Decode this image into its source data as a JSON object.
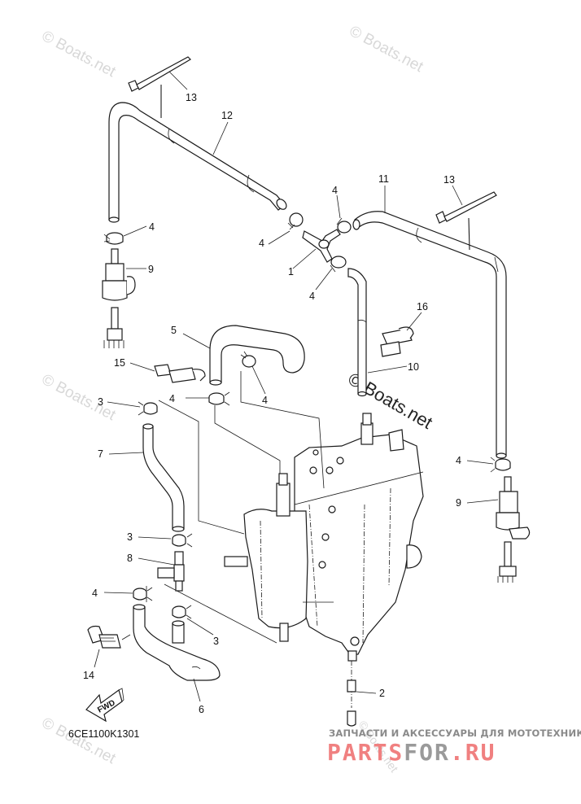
{
  "diagram": {
    "title": "Fuel Filter / Fuel Hose Assembly",
    "drawing_code": "6CE1100K1301",
    "direction_label": "FWD",
    "callouts": [
      {
        "id": "c13a",
        "label": "13"
      },
      {
        "id": "c12",
        "label": "12"
      },
      {
        "id": "c11",
        "label": "11"
      },
      {
        "id": "c13b",
        "label": "13"
      },
      {
        "id": "c4a",
        "label": "4"
      },
      {
        "id": "c4b",
        "label": "4"
      },
      {
        "id": "c4c",
        "label": "4"
      },
      {
        "id": "c1",
        "label": "1"
      },
      {
        "id": "c4d",
        "label": "4"
      },
      {
        "id": "c9a",
        "label": "9"
      },
      {
        "id": "c16",
        "label": "16"
      },
      {
        "id": "c5",
        "label": "5"
      },
      {
        "id": "c10",
        "label": "10"
      },
      {
        "id": "c15",
        "label": "15"
      },
      {
        "id": "c4e",
        "label": "4"
      },
      {
        "id": "c4f",
        "label": "4"
      },
      {
        "id": "c3a",
        "label": "3"
      },
      {
        "id": "c7",
        "label": "7"
      },
      {
        "id": "c4g",
        "label": "4"
      },
      {
        "id": "c9b",
        "label": "9"
      },
      {
        "id": "c3b",
        "label": "3"
      },
      {
        "id": "c8",
        "label": "8"
      },
      {
        "id": "c4h",
        "label": "4"
      },
      {
        "id": "c3c",
        "label": "3"
      },
      {
        "id": "c14",
        "label": "14"
      },
      {
        "id": "c6",
        "label": "6"
      },
      {
        "id": "c2",
        "label": "2"
      }
    ]
  },
  "watermarks": {
    "boats": "© Boats.net",
    "boats_center": "© Boats.net"
  },
  "advert": {
    "tagline": "ЗАПЧАСТИ И АКСЕССУАРЫ ДЛЯ МОТОТЕХНИКИ",
    "logo_part1": "PARTS",
    "logo_part2": "FOR",
    "logo_part3": ".RU",
    "colors": {
      "red": "#f08080",
      "gray": "#9a9a9a",
      "tagline": "#8a8a8a"
    }
  }
}
